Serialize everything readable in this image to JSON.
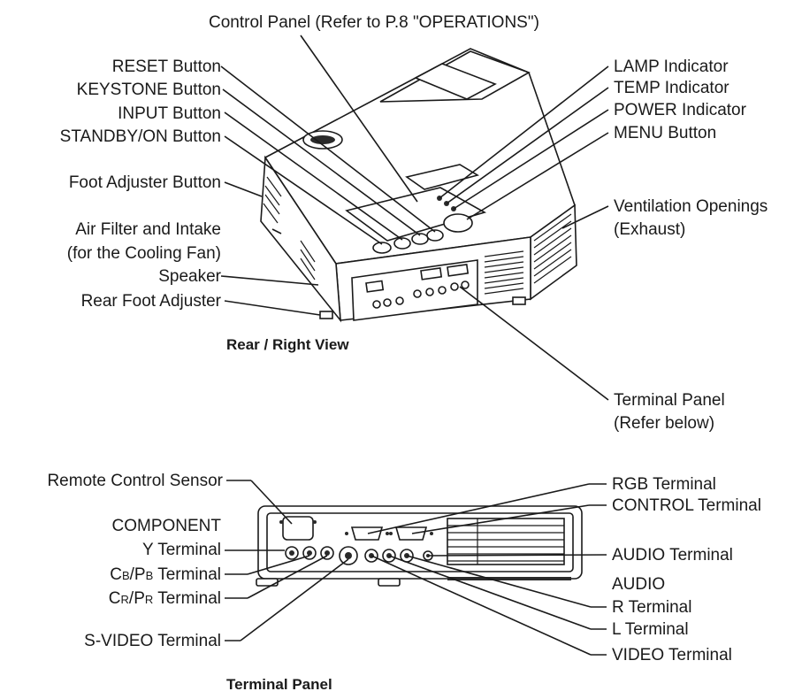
{
  "top": {
    "control_panel": "Control Panel (Refer to P.8 \"OPERATIONS\")",
    "reset_button": "RESET Button",
    "keystone_button": "KEYSTONE Button",
    "input_button": "INPUT Button",
    "standby_button": "STANDBY/ON Button",
    "foot_adjuster_button": "Foot Adjuster Button",
    "air_filter_line1": "Air Filter and Intake",
    "air_filter_line2": "(for the Cooling Fan)",
    "speaker": "Speaker",
    "rear_foot_adjuster": "Rear Foot Adjuster",
    "lamp_indicator": "LAMP Indicator",
    "temp_indicator": "TEMP Indicator",
    "power_indicator": "POWER Indicator",
    "menu_button": "MENU Button",
    "ventilation_line1": "Ventilation Openings",
    "ventilation_line2": "(Exhaust)",
    "terminal_panel_line1": "Terminal Panel",
    "terminal_panel_line2": "(Refer below)",
    "caption": "Rear / Right View"
  },
  "bottom": {
    "remote_sensor": "Remote Control Sensor",
    "component": "COMPONENT",
    "y_terminal": "Y Terminal",
    "cb_main": "C",
    "cb_sub": "B",
    "cb_slash": "/P",
    "cb_sub2": "B",
    "cb_rest": " Terminal",
    "cr_main": "C",
    "cr_sub": "R",
    "cr_slash": "/P",
    "cr_sub2": "R",
    "cr_rest": " Terminal",
    "svideo": "S-VIDEO Terminal",
    "rgb": "RGB Terminal",
    "control": "CONTROL Terminal",
    "audio_terminal": "AUDIO Terminal",
    "audio": "AUDIO",
    "r_terminal": "R Terminal",
    "l_terminal": "L Terminal",
    "video": "VIDEO Terminal",
    "caption": "Terminal Panel"
  }
}
